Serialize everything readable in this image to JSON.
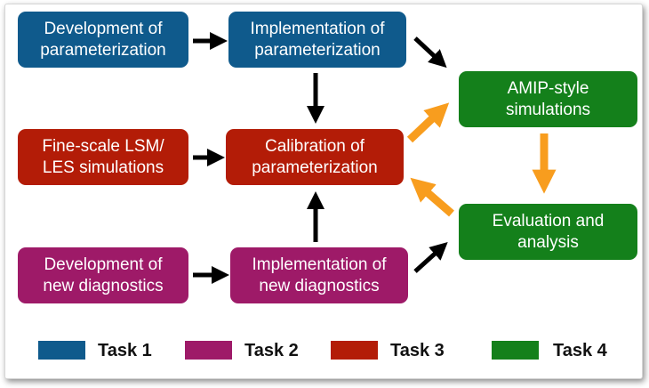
{
  "colors": {
    "task1": "#0f5a8c",
    "task2": "#9e1a68",
    "task3": "#b31c07",
    "task4": "#14801b",
    "arrow_black": "#000000",
    "arrow_orange": "#f89d1e"
  },
  "nodes": {
    "dev_param": "Development of\nparameterization",
    "impl_param": "Implementation of\nparameterization",
    "amip": "AMIP-style\nsimulations",
    "finescale": "Fine-scale LSM/\nLES simulations",
    "calib": "Calibration of\nparameterization",
    "eval": "Evaluation and\nanalysis",
    "dev_diag": "Development of\nnew diagnostics",
    "impl_diag": "Implementation of\nnew diagnostics"
  },
  "legend": [
    {
      "label": "Task 1",
      "color": "#0f5a8c"
    },
    {
      "label": "Task 2",
      "color": "#9e1a68"
    },
    {
      "label": "Task 3",
      "color": "#b31c07"
    },
    {
      "label": "Task 4",
      "color": "#14801b"
    }
  ]
}
